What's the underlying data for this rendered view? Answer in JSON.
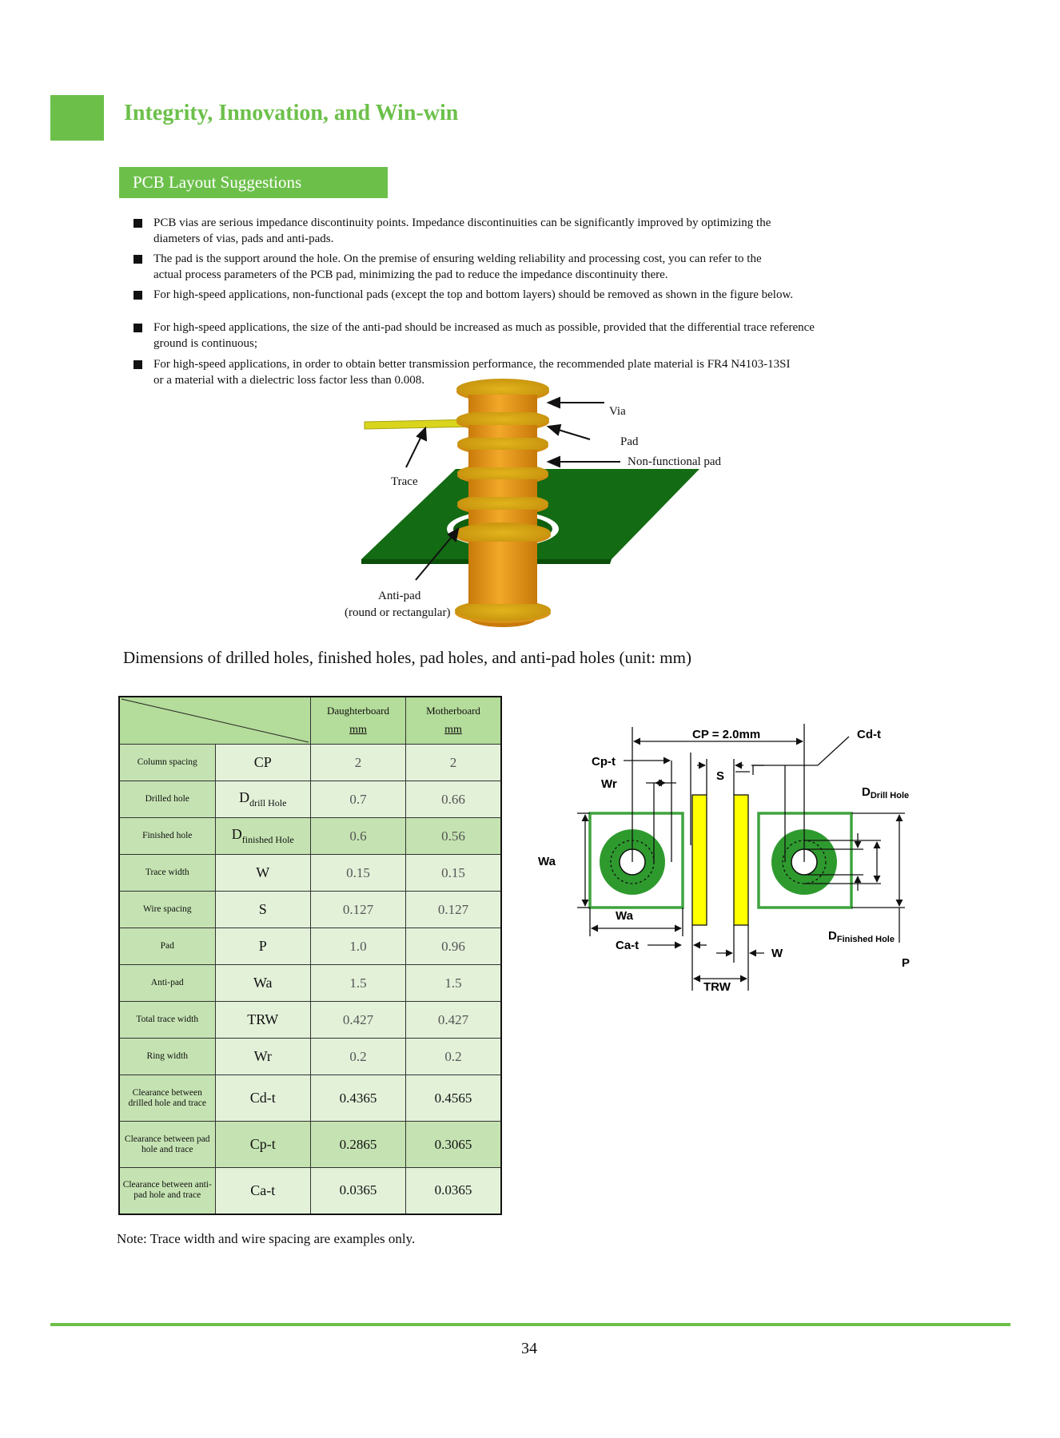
{
  "header": {
    "title": "Integrity, Innovation, and Win-win"
  },
  "section": {
    "title": "PCB Layout Suggestions"
  },
  "bullets": [
    {
      "line1": "PCB vias are serious impedance discontinuity points. Impedance discontinuities can be significantly improved by optimizing the",
      "line2": "diameters of vias, pads and anti-pads."
    },
    {
      "line1": "The pad is the support around the hole. On the premise of ensuring welding reliability and processing cost, you can refer to the",
      "line2": "actual process parameters of the PCB pad, minimizing the pad to reduce the impedance discontinuity there."
    },
    {
      "line1": "For high-speed applications, non-functional pads (except the top and bottom layers) should be removed as shown in the figure below.",
      "line2": ""
    },
    {
      "line1": "For high-speed applications, the size of the anti-pad should be increased as much as possible, provided that the differential trace reference",
      "line2": "ground is continuous;"
    },
    {
      "line1": "For high-speed applications, in order to obtain better transmission performance, the recommended plate material is FR4 N4103-13SI",
      "line2": "or a material with a dielectric loss factor less than 0.008."
    }
  ],
  "via_figure": {
    "via": "Via",
    "pad": "Pad",
    "non_functional_pad": "Non-functional pad",
    "trace": "Trace",
    "anti_pad": "Anti-pad",
    "anti_pad_note": "(round or rectangular)"
  },
  "table_caption": "Dimensions of drilled holes, finished holes, pad holes, and anti-pad holes (unit: mm)",
  "table": {
    "col_daughter": "Daughterboard",
    "col_mother": "Motherboard",
    "unit": "mm",
    "rows": [
      {
        "name": "Column spacing",
        "sym": "CP",
        "sub": "",
        "d": "2",
        "m": "2"
      },
      {
        "name": "Drilled hole",
        "sym": "D",
        "sub": "drill Hole",
        "d": "0.7",
        "m": "0.66"
      },
      {
        "name": "Finished hole",
        "sym": "D",
        "sub": "finished Hole",
        "d": "0.6",
        "m": "0.56"
      },
      {
        "name": "Trace width",
        "sym": "W",
        "sub": "",
        "d": "0.15",
        "m": "0.15"
      },
      {
        "name": "Wire spacing",
        "sym": "S",
        "sub": "",
        "d": "0.127",
        "m": "0.127"
      },
      {
        "name": "Pad",
        "sym": "P",
        "sub": "",
        "d": "1.0",
        "m": "0.96"
      },
      {
        "name": "Anti-pad",
        "sym": "Wa",
        "sub": "",
        "d": "1.5",
        "m": "1.5"
      },
      {
        "name": "Total trace width",
        "sym": "TRW",
        "sub": "",
        "d": "0.427",
        "m": "0.427"
      },
      {
        "name": "Ring width",
        "sym": "Wr",
        "sub": "",
        "d": "0.2",
        "m": "0.2"
      },
      {
        "name": "Clearance between drilled hole and trace",
        "sym": "Cd-t",
        "sub": "",
        "d": "0.4365",
        "m": "0.4565"
      },
      {
        "name": "Clearance between pad hole and trace",
        "sym": "Cp-t",
        "sub": "",
        "d": "0.2865",
        "m": "0.3065"
      },
      {
        "name": "Clearance between anti-pad hole and trace",
        "sym": "Ca-t",
        "sub": "",
        "d": "0.0365",
        "m": "0.0365"
      }
    ]
  },
  "note": "Note: Trace width and wire spacing are examples only.",
  "diagram": {
    "cp": "CP = 2.0mm",
    "cdt": "Cd-t",
    "cpt": "Cp-t",
    "wr": "Wr",
    "s": "S",
    "d_drill": "D",
    "d_drill_sub": "Drill Hole",
    "wa_left": "Wa",
    "wa_bottom": "Wa",
    "cat": "Ca-t",
    "d_finished": "D",
    "d_finished_sub": "Finished Hole",
    "w": "W",
    "p": "P",
    "trw": "TRW"
  },
  "footer": {
    "page": "34"
  },
  "colors": {
    "brand_green": "#6cc04a",
    "pcb_green": "#1a6e1a",
    "copper": "#e39a1a",
    "trace_yellow": "#ffff00"
  }
}
